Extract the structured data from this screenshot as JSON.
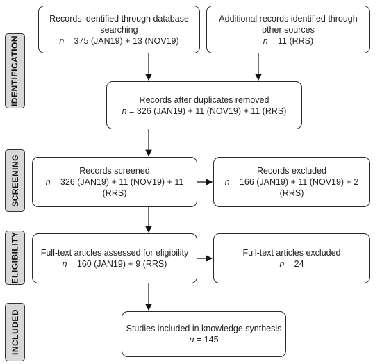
{
  "stages": [
    "IDENTIFICATION",
    "SCREENING",
    "ELIGIBILITY",
    "INCLUDED"
  ],
  "boxes": {
    "db_records": {
      "line1": "Records identified through database",
      "line2": "searching",
      "count": "= 375 (JAN19) + 13 (NOV19)"
    },
    "other_records": {
      "line1": "Additional records identified through",
      "line2": "other sources",
      "count": "= 11 (RRS)"
    },
    "duplicates_removed": {
      "line1": "Records after duplicates removed",
      "count": "= 326 (JAN19) + 11 (NOV19) + 11 (RRS)"
    },
    "screened": {
      "line1": "Records screened",
      "count": "= 326 (JAN19) + 11 (NOV19) + 11 (RRS)"
    },
    "excluded": {
      "line1": "Records excluded",
      "count": "= 166 (JAN19) + 11 (NOV19) + 2 (RRS)"
    },
    "fulltext_assessed": {
      "line1": "Full-text articles assessed for eligibility",
      "count": "= 160 (JAN19) + 9 (RRS)"
    },
    "fulltext_excluded": {
      "line1": "Full-text articles excluded",
      "count": "= 24"
    },
    "included": {
      "line1": "Studies included in knowledge synthesis",
      "count": "= 145"
    }
  },
  "n_symbol": "n"
}
